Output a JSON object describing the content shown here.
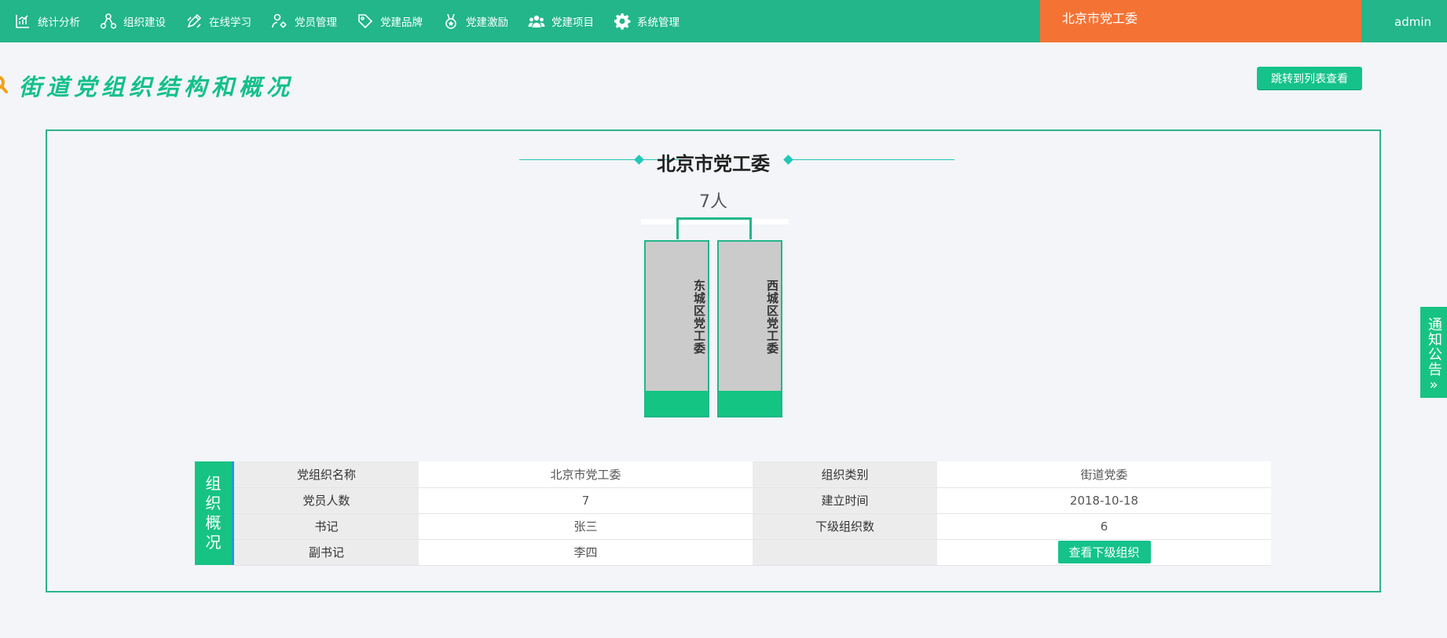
{
  "nav": {
    "items": [
      {
        "label": "统计分析",
        "icon": "bar-chart-icon"
      },
      {
        "label": "组织建设",
        "icon": "org-tree-icon"
      },
      {
        "label": "在线学习",
        "icon": "pencil-icon"
      },
      {
        "label": "党员管理",
        "icon": "user-settings-icon"
      },
      {
        "label": "党建品牌",
        "icon": "tag-icon"
      },
      {
        "label": "党建激励",
        "icon": "medal-icon"
      },
      {
        "label": "党建项目",
        "icon": "group-icon"
      },
      {
        "label": "系统管理",
        "icon": "gear-icon"
      }
    ],
    "current_org": "北京市党工委",
    "user": "admin"
  },
  "page": {
    "title": "街道党组织结构和概况",
    "jump_button": "跳转到列表查看"
  },
  "tree": {
    "root_name": "北京市党工委",
    "root_count": "7人",
    "children": [
      {
        "name": "东城区党工委"
      },
      {
        "name": "西城区党工委"
      }
    ]
  },
  "info": {
    "side_label": "组织概况",
    "rows": [
      {
        "label1": "党组织名称",
        "value1": "北京市党工委",
        "label2": "组织类别",
        "value2": "街道党委"
      },
      {
        "label1": "党员人数",
        "value1": "7",
        "label2": "建立时间",
        "value2": "2018-10-18"
      },
      {
        "label1": "书记",
        "value1": "张三",
        "label2": "下级组织数",
        "value2": "6"
      },
      {
        "label1": "副书记",
        "value1": "李四",
        "label2": "",
        "value2": ""
      }
    ],
    "sub_org_button": "查看下级组织"
  },
  "notice": {
    "label": "通知公告",
    "arrow": "»"
  },
  "colors": {
    "primary_green": "#22b68a",
    "accent_orange": "#f47334",
    "button_green": "#14c28a",
    "side_blue": "#1a9fd6"
  }
}
